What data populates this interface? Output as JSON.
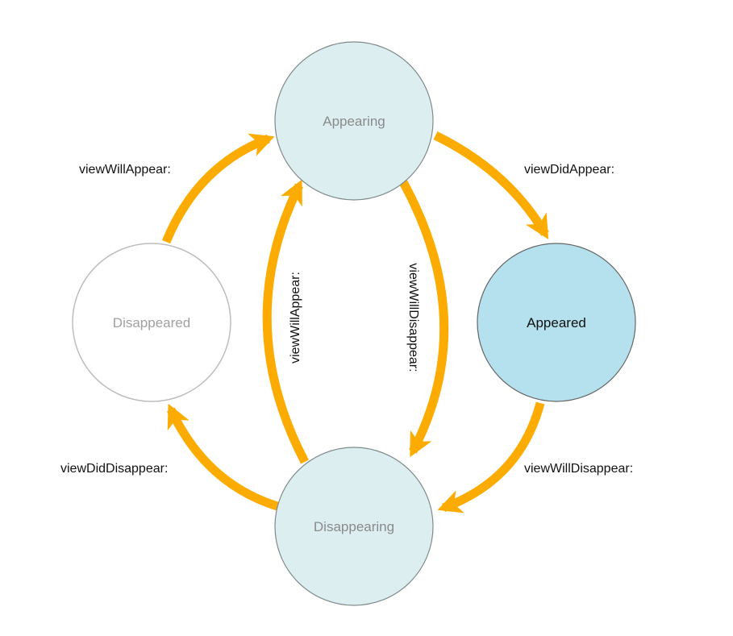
{
  "states": {
    "appearing": {
      "label": "Appearing",
      "fill": "#ddeef1",
      "stroke": "#7f8a8c",
      "text_color": "#8a8a8a"
    },
    "appeared": {
      "label": "Appeared",
      "fill": "#b5e0ed",
      "stroke": "#666666",
      "text_color": "#111111"
    },
    "disappearing": {
      "label": "Disappearing",
      "fill": "#ddeef1",
      "stroke": "#7f8a8c",
      "text_color": "#8a8a8a"
    },
    "disappeared": {
      "label": "Disappeared",
      "fill": "#ffffff",
      "stroke": "#bdbdbd",
      "text_color": "#a0a0a0"
    }
  },
  "transitions": {
    "disappeared_to_appearing": "viewWillAppear:",
    "appearing_to_appeared": "viewDidAppear:",
    "appeared_to_disappearing": "viewWillDisappear:",
    "disappearing_to_disappeared": "viewDidDisappear:",
    "disappearing_to_appearing": "viewWillAppear:",
    "appearing_to_disappearing": "viewWillDisappear:"
  },
  "colors": {
    "arrow": "#fcac00",
    "label_text": "#111111"
  }
}
